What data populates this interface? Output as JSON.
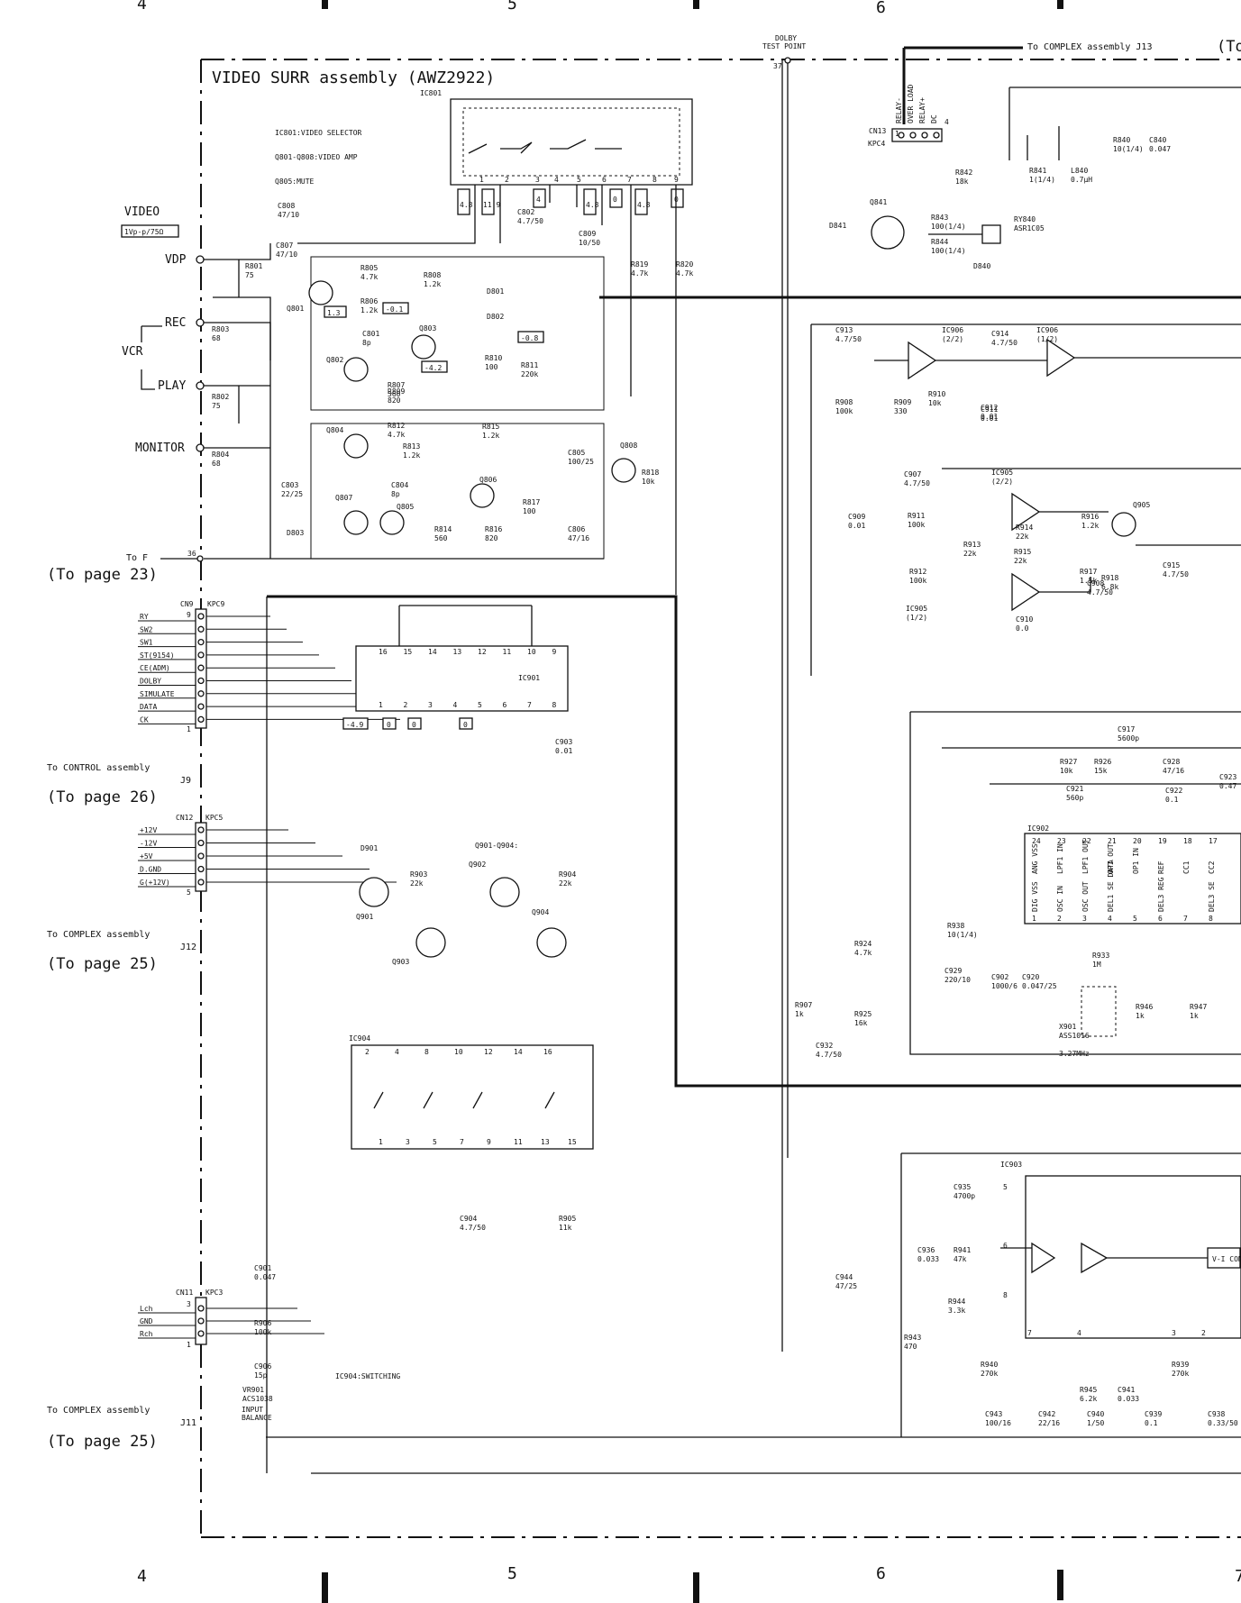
{
  "grid": {
    "top_cols": [
      "4",
      "5",
      "6"
    ],
    "bottom_cols": [
      "4",
      "5",
      "6",
      "7"
    ]
  },
  "assembly": {
    "title": "VIDEO SURR assembly (AWZ2922)",
    "dolby_test_point": [
      "DOLBY",
      "TEST POINT"
    ],
    "dolby_pin": "37",
    "to_complex_j13": "To COMPLEX assembly J13",
    "to_complex_j13_paren": "(To"
  },
  "left_io": {
    "video_label": "VIDEO",
    "video_level": "1Vp-p/75Ω",
    "vdp": "VDP",
    "rec": "REC",
    "vcr": "VCR",
    "play": "PLAY",
    "monitor": "MONITOR",
    "to_f": "To F",
    "to_f_pin": "36",
    "to_page_23": "(To page 23)",
    "to_control": "To CONTROL assembly",
    "to_control_j": "J9",
    "to_page_26": "(To page 26)",
    "to_complex_j12": "To COMPLEX assembly",
    "to_complex_j12_j": "J12",
    "to_page_25a": "(To page 25)",
    "to_complex_j11": "To COMPLEX assembly",
    "to_complex_j11_j": "J11",
    "to_page_25b": "(To page 25)"
  },
  "connectors": {
    "cn9": "CN9",
    "kpc9": "KPC9",
    "cn9_pins": [
      "RY",
      "SW2",
      "SW1",
      "ST(9154)",
      "CE(ADM)",
      "DOLBY",
      "SIMULATE",
      "DATA",
      "CK"
    ],
    "cn12": "CN12",
    "kpc5": "KPC5",
    "cn12_pins": [
      "+12V",
      "-12V",
      "+5V",
      "D.GND",
      "G(+12V)"
    ],
    "cn11": "CN11",
    "kpc3": "KPC3",
    "cn11_pins": [
      "Lch",
      "GND",
      "Rch"
    ],
    "cn13": "CN13",
    "kpc4": "KPC4",
    "cn13_pins": [
      "RELAY-",
      "OVER LOAD",
      "RELAY+",
      "DC"
    ]
  },
  "ic801": {
    "name": "IC801",
    "legend": [
      "IC801:VIDEO SELECTOR",
      "Q801-Q808:VIDEO AMP",
      "Q805:MUTE"
    ],
    "pins": [
      "1",
      "2",
      "3",
      "4",
      "5",
      "6",
      "7",
      "8",
      "9"
    ],
    "voltages": [
      "4.8",
      "11.9",
      "4",
      "4.8",
      "0",
      "4.8",
      "0"
    ]
  },
  "components": {
    "video_amp": [
      {
        "ref": "C808",
        "val": "47/10"
      },
      {
        "ref": "C807",
        "val": "47/10"
      },
      {
        "ref": "R801",
        "val": "75"
      },
      {
        "ref": "R803",
        "val": "68"
      },
      {
        "ref": "R802",
        "val": "75"
      },
      {
        "ref": "R804",
        "val": "68"
      },
      {
        "ref": "R805",
        "val": "4.7k"
      },
      {
        "ref": "R806",
        "val": "1.2k"
      },
      {
        "ref": "R808",
        "val": "1.2k"
      },
      {
        "ref": "C801",
        "val": "8p"
      },
      {
        "ref": "R807",
        "val": "560"
      },
      {
        "ref": "R809",
        "val": "820"
      },
      {
        "ref": "R810",
        "val": "100"
      },
      {
        "ref": "R811",
        "val": "220k"
      },
      {
        "ref": "C802",
        "val": "4.7/50"
      },
      {
        "ref": "C809",
        "val": "10/50"
      },
      {
        "ref": "R819",
        "val": "4.7k"
      },
      {
        "ref": "R820",
        "val": "4.7k"
      },
      {
        "ref": "R812",
        "val": "4.7k"
      },
      {
        "ref": "R813",
        "val": "1.2k"
      },
      {
        "ref": "R815",
        "val": "1.2k"
      },
      {
        "ref": "C805",
        "val": "100/25"
      },
      {
        "ref": "C803",
        "val": "22/25"
      },
      {
        "ref": "C804",
        "val": "8p"
      },
      {
        "ref": "R814",
        "val": "560"
      },
      {
        "ref": "R816",
        "val": "820"
      },
      {
        "ref": "R817",
        "val": "100"
      },
      {
        "ref": "R818",
        "val": "10k"
      },
      {
        "ref": "C806",
        "val": "47/16"
      }
    ],
    "transistor_labels": [
      "Q801",
      "Q802",
      "Q803",
      "Q804",
      "Q805",
      "Q806",
      "Q807",
      "Q808",
      "D801",
      "D802",
      "D803"
    ],
    "voltage_boxes": [
      "1.3",
      "-0.1",
      "-0.8",
      "-4.2"
    ],
    "relay": [
      {
        "ref": "R840",
        "val": "10(1/4)"
      },
      {
        "ref": "C840",
        "val": "0.047"
      },
      {
        "ref": "R841",
        "val": "1(1/4)"
      },
      {
        "ref": "L840",
        "val": "0.7μH"
      },
      {
        "ref": "R842",
        "val": "18k"
      },
      {
        "ref": "R843",
        "val": "100(1/4)"
      },
      {
        "ref": "R844",
        "val": "100(1/4)"
      },
      {
        "ref": "RY840",
        "val": "ASR1C05"
      },
      {
        "ref": "Q841",
        "val": ""
      },
      {
        "ref": "D841",
        "val": ""
      },
      {
        "ref": "D840",
        "val": ""
      }
    ],
    "opamps": [
      {
        "ref": "C913",
        "val": "4.7/50"
      },
      {
        "ref": "IC906",
        "val": "(2/2)"
      },
      {
        "ref": "C914",
        "val": "4.7/50"
      },
      {
        "ref": "IC906",
        "val": "(1/2)"
      },
      {
        "ref": "R908",
        "val": "100k"
      },
      {
        "ref": "R909",
        "val": "330"
      },
      {
        "ref": "R910",
        "val": "10k"
      },
      {
        "ref": "C912",
        "val": "0.01"
      },
      {
        "ref": "C911",
        "val": "0.01"
      },
      {
        "ref": "C907",
        "val": "4.7/50"
      },
      {
        "ref": "IC905",
        "val": "(2/2)"
      },
      {
        "ref": "C909",
        "val": "0.01"
      },
      {
        "ref": "R911",
        "val": "100k"
      },
      {
        "ref": "R913",
        "val": "22k"
      },
      {
        "ref": "R914",
        "val": "22k"
      },
      {
        "ref": "R915",
        "val": "22k"
      },
      {
        "ref": "R916",
        "val": "1.2k"
      },
      {
        "ref": "Q905",
        "val": ""
      },
      {
        "ref": "R912",
        "val": "100k"
      },
      {
        "ref": "R917",
        "val": "1.5k"
      },
      {
        "ref": "R918",
        "val": "6.8k"
      },
      {
        "ref": "C908",
        "val": "4.7/50"
      },
      {
        "ref": "IC905",
        "val": "(1/2)"
      },
      {
        "ref": "C910",
        "val": "0.0"
      },
      {
        "ref": "C915",
        "val": "4.7/50"
      }
    ],
    "dolby": [
      {
        "ref": "C917",
        "val": "5600p"
      },
      {
        "ref": "R927",
        "val": "10k"
      },
      {
        "ref": "R926",
        "val": "15k"
      },
      {
        "ref": "C928",
        "val": "47/16"
      },
      {
        "ref": "C921",
        "val": "560p"
      },
      {
        "ref": "C922",
        "val": "0.1"
      },
      {
        "ref": "C923",
        "val": "0.47"
      },
      {
        "ref": "R938",
        "val": "10(1/4)"
      },
      {
        "ref": "C929",
        "val": "220/10"
      },
      {
        "ref": "C902",
        "val": "1000/6"
      },
      {
        "ref": "C920",
        "val": "0.047/25"
      },
      {
        "ref": "R933",
        "val": "1M"
      },
      {
        "ref": "X901",
        "val": "ASS1016"
      },
      {
        "ref": "R946",
        "val": "1k"
      },
      {
        "ref": "R947",
        "val": "1k"
      },
      {
        "ref": "R924",
        "val": "4.7k"
      },
      {
        "ref": "R925",
        "val": "16k"
      },
      {
        "ref": "R907",
        "val": "1k"
      },
      {
        "ref": "C932",
        "val": "4.7/50"
      },
      {
        "ref": "C903",
        "val": "0.01"
      }
    ],
    "power": [
      {
        "ref": "D901",
        "val": ""
      },
      {
        "ref": "Q901",
        "val": ""
      },
      {
        "ref": "R903",
        "val": "22k"
      },
      {
        "ref": "Q902",
        "val": ""
      },
      {
        "ref": "R904",
        "val": "22k"
      },
      {
        "ref": "Q903",
        "val": ""
      },
      {
        "ref": "Q904",
        "val": ""
      }
    ],
    "input": [
      {
        "ref": "C901",
        "val": "0.047"
      },
      {
        "ref": "R906",
        "val": "100k"
      },
      {
        "ref": "C906",
        "val": "15p"
      },
      {
        "ref": "VR901",
        "val": "ACS1038"
      },
      {
        "ref": "C904",
        "val": "4.7/50"
      },
      {
        "ref": "R905",
        "val": "11k"
      },
      {
        "ref": "C944",
        "val": "47/25"
      },
      {
        "ref": "R943",
        "val": "470"
      },
      {
        "ref": "C935",
        "val": "4700p"
      },
      {
        "ref": "C936",
        "val": "0.033"
      },
      {
        "ref": "R941",
        "val": "47k"
      },
      {
        "ref": "R944",
        "val": "3.3k"
      },
      {
        "ref": "R940",
        "val": "270k"
      },
      {
        "ref": "R945",
        "val": "6.2k"
      },
      {
        "ref": "C941",
        "val": "0.033"
      },
      {
        "ref": "R939",
        "val": "270k"
      },
      {
        "ref": "C943",
        "val": "100/16"
      },
      {
        "ref": "C942",
        "val": "22/16"
      },
      {
        "ref": "C940",
        "val": "1/50"
      },
      {
        "ref": "C939",
        "val": "0.1"
      },
      {
        "ref": "C938",
        "val": "0.33/50"
      }
    ]
  },
  "ic901": {
    "name": "IC901",
    "top_pins": [
      "16",
      "15",
      "14",
      "13",
      "12",
      "11",
      "10",
      "9"
    ],
    "bottom_pins": [
      "1",
      "2",
      "3",
      "4",
      "5",
      "6",
      "7",
      "8"
    ],
    "voltages": [
      "-4.9",
      "0",
      "0",
      "0"
    ]
  },
  "ic902": {
    "name": "IC902",
    "top_pins": [
      "24",
      "23",
      "22",
      "21",
      "20",
      "19",
      "18",
      "17"
    ],
    "top_names": [
      "ANG VSS",
      "LPF1 IN",
      "LPF1 OUT",
      "OP1 OUT",
      "OP1 IN",
      "REF",
      "CC1",
      "CC2"
    ],
    "bottom_pins": [
      "1",
      "2",
      "3",
      "4",
      "5",
      "6",
      "7",
      "8"
    ],
    "bottom_names": [
      "DIG VSS",
      "OSC IN",
      "OSC OUT",
      "DEL1 SE DATA",
      "",
      "DEL3 REG",
      "",
      "DEL3 SE"
    ]
  },
  "ic903": {
    "name": "IC903",
    "pins": [
      "5",
      "6",
      "8",
      "7",
      "4",
      "3",
      "2"
    ],
    "conv": "V-I CONV"
  },
  "ic904": {
    "name": "IC904",
    "top_pins": [
      "2",
      "4",
      "8",
      "10",
      "12",
      "14",
      "16"
    ],
    "bottom_pins": [
      "1",
      "3",
      "5",
      "7",
      "9",
      "11",
      "13",
      "15"
    ],
    "legend": "IC904:SWITCHING"
  },
  "notes": {
    "q901_q904": "Q901-Q904:",
    "crystal_freq": "3.27MHz",
    "input_balance": [
      "INPUT",
      "BALANCE"
    ]
  }
}
